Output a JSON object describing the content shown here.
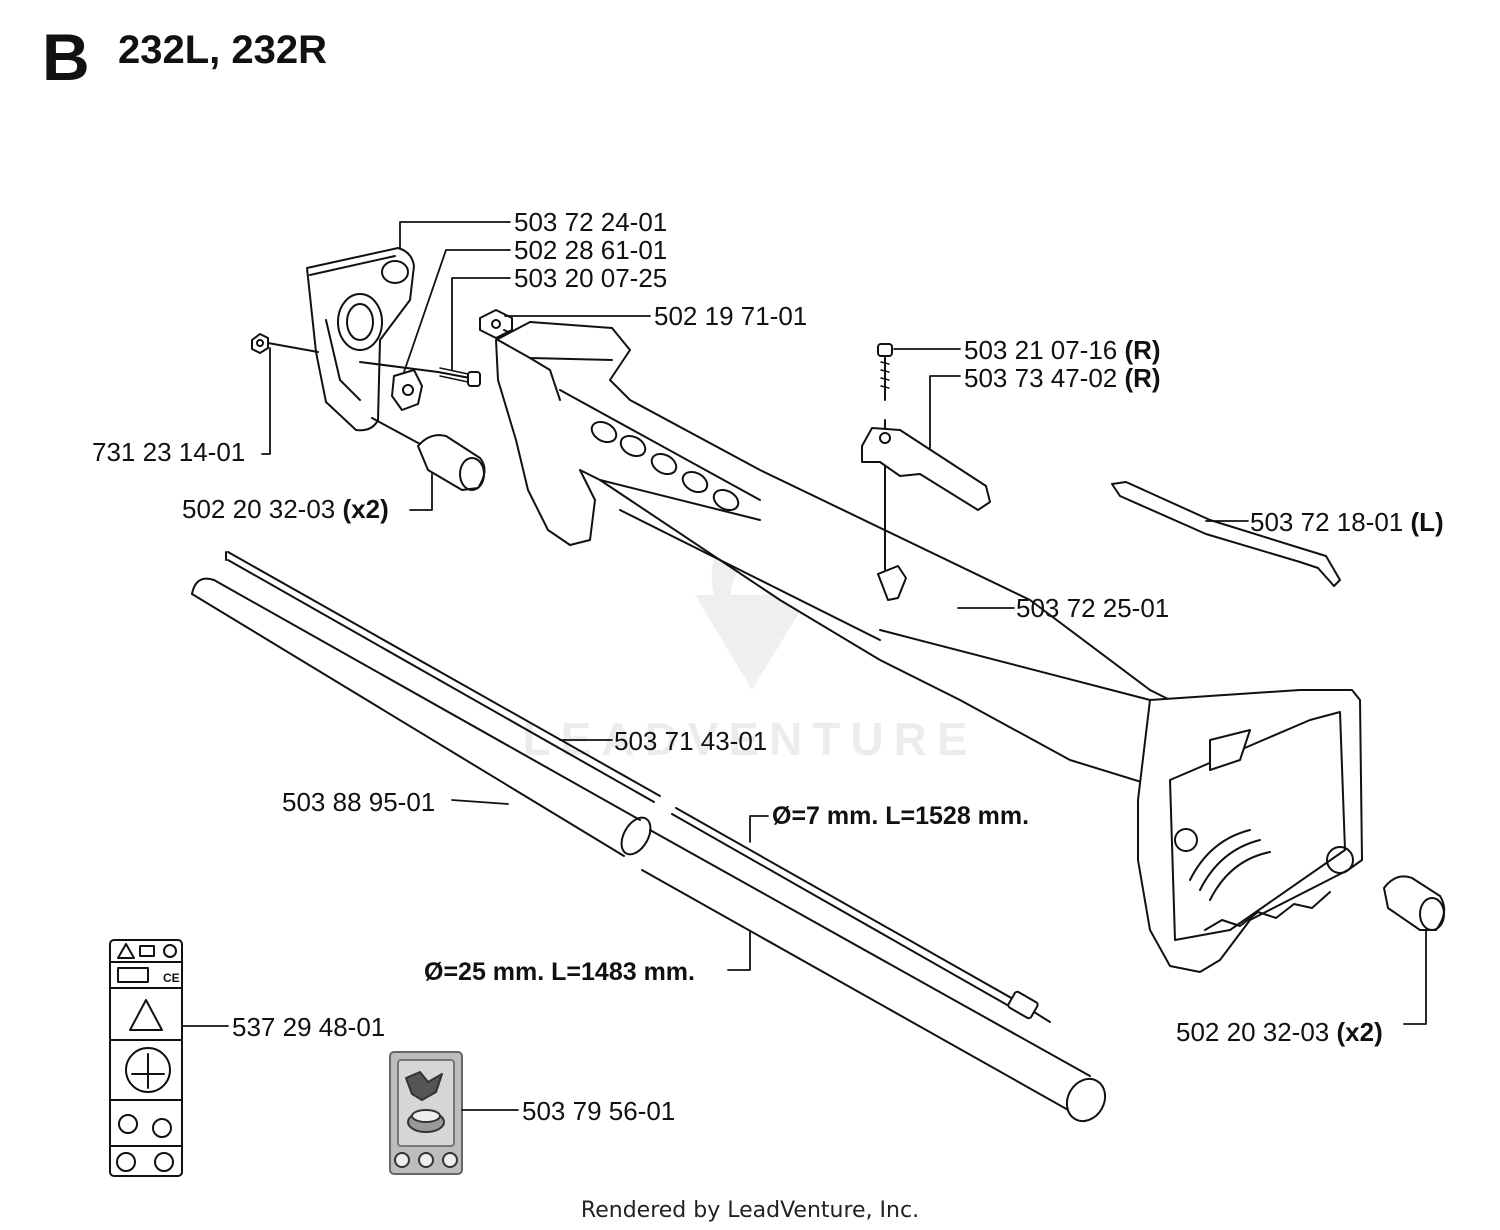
{
  "header": {
    "section_letter": "B",
    "models": "232L, 232R"
  },
  "callouts": {
    "c1": {
      "part": "503 72 24-01",
      "suffix": ""
    },
    "c2": {
      "part": "502 28 61-01",
      "suffix": ""
    },
    "c3": {
      "part": "503 20 07-25",
      "suffix": ""
    },
    "c4": {
      "part": "502 19 71-01",
      "suffix": ""
    },
    "c5": {
      "part": "503 21 07-16",
      "suffix": "(R)"
    },
    "c6": {
      "part": "503 73 47-02",
      "suffix": "(R)"
    },
    "c7": {
      "part": "731 23 14-01",
      "suffix": ""
    },
    "c8": {
      "part": "502 20 32-03",
      "suffix": "(x2)"
    },
    "c9": {
      "part": "503 72 18-01",
      "suffix": "(L)"
    },
    "c10": {
      "part": "503 72 25-01",
      "suffix": ""
    },
    "c11": {
      "part": "503 71 43-01",
      "suffix": ""
    },
    "c12": {
      "part": "503 88 95-01",
      "suffix": ""
    },
    "c13": {
      "part": "537 29 48-01",
      "suffix": ""
    },
    "c14": {
      "part": "503 79 56-01",
      "suffix": ""
    },
    "c15": {
      "part": "502 20 32-03",
      "suffix": "(x2)"
    }
  },
  "dimensions": {
    "shaft": "Ø=7 mm. L=1528 mm.",
    "tube": "Ø=25 mm. L=1483 mm."
  },
  "watermark": "LEADVENTURE",
  "footer": "Rendered by LeadVenture, Inc."
}
